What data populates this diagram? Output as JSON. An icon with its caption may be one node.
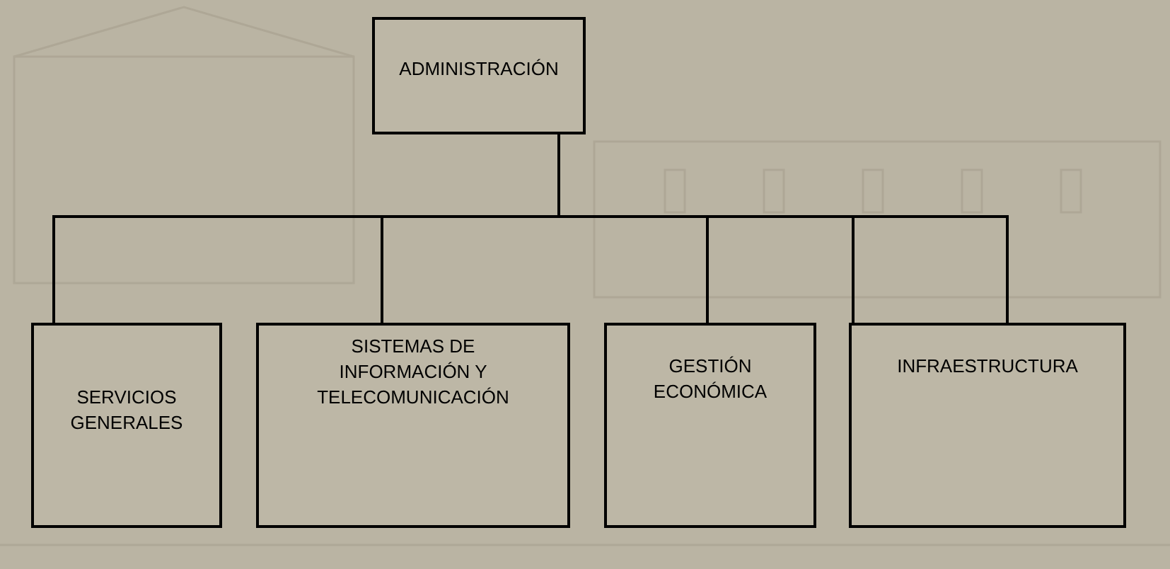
{
  "diagram": {
    "nodes": [
      {
        "text": [
          "ADMINISTRACIÓN"
        ]
      },
      {
        "text": [
          "SERVICIOS GENERALES"
        ]
      },
      {
        "text": [
          "SISTEMAS DE INFORMACIÓN Y TELECOMUNICACIÓN"
        ]
      },
      {
        "text": [
          "GESTIÓN ECONÓMICA"
        ]
      },
      {
        "text": [
          "INFRAESTRUCTURA"
        ]
      }
    ],
    "edges": [
      {
        "from": 0,
        "to": 1,
        "arrow": "none"
      },
      {
        "from": 0,
        "to": 2,
        "arrow": "none"
      },
      {
        "from": 0,
        "to": 3,
        "arrow": "none"
      },
      {
        "from": 0,
        "to": 4,
        "arrow": "none"
      },
      {
        "from": 0,
        "to": 4,
        "arrow": "none"
      }
    ]
  }
}
